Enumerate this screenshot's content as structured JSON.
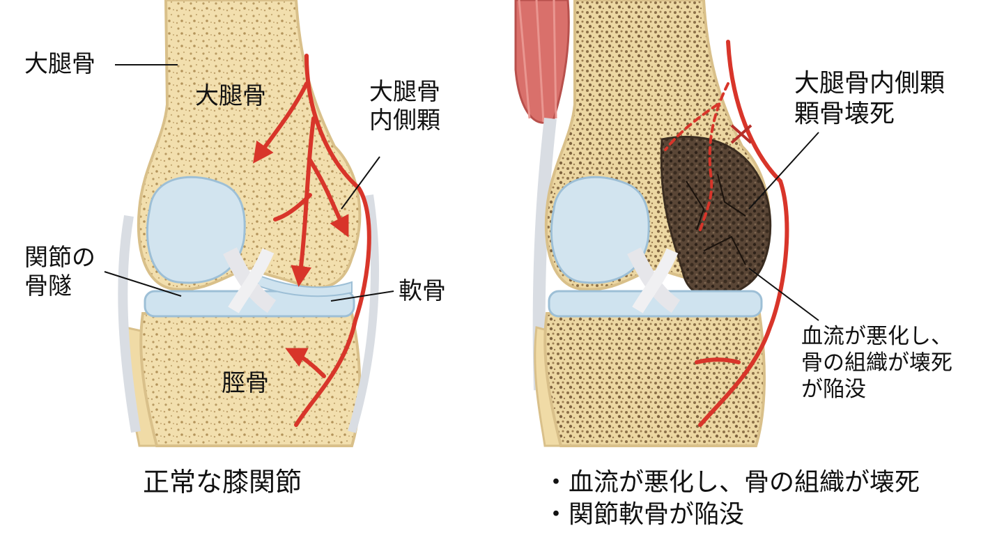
{
  "normal_knee": {
    "femur_outer_label": "大腿骨",
    "femur_inner_label": "大腿骨",
    "medial_condyle_label": "大腿骨\n内側顆",
    "joint_ligament_label": "関節の\n骨隧",
    "cartilage_label": "軟骨",
    "tibia_label": "脛骨",
    "caption": "正常な膝関節"
  },
  "necrosis_knee": {
    "condyle_necrosis_label": "大腿骨内側顆\n顆骨壊死",
    "collapse_label": "血流が悪化し、\n骨の組織が壊死\nが陥没",
    "bullets": [
      "・血流が悪化し、骨の組織が壊死",
      "・関節軟骨が陥没"
    ]
  },
  "colors": {
    "bone": "#f2dfae",
    "bone_outline": "#d9c08a",
    "cartilage": "#cfe3ef",
    "artery": "#d8352a",
    "necrosis": "#5a4636",
    "muscle": "#d9706b"
  }
}
